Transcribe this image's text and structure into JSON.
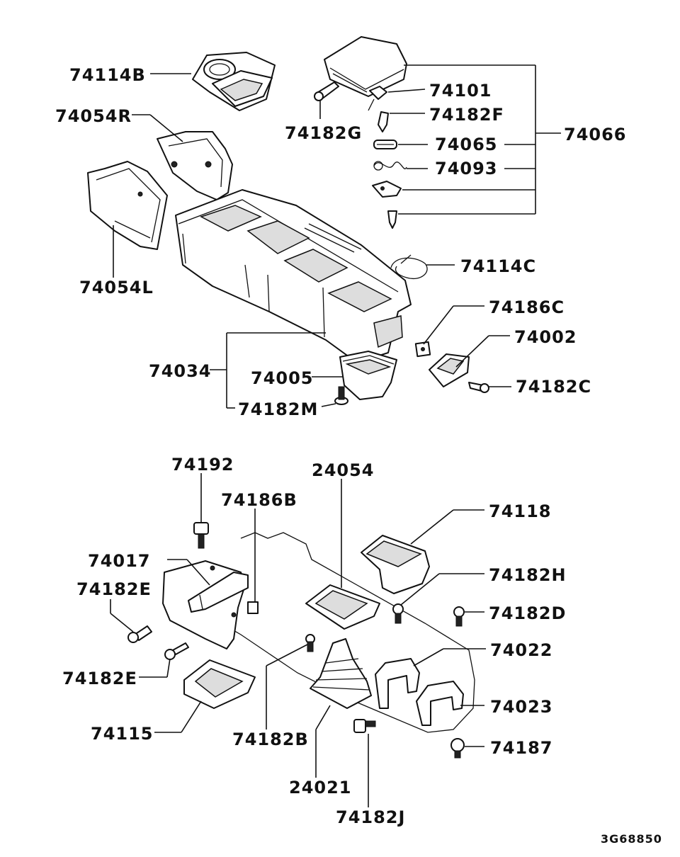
{
  "diagram_code": "3G68850",
  "labels": {
    "l74114B": "74114B",
    "l74054R": "74054R",
    "l74054L": "74054L",
    "l74101": "74101",
    "l74182F": "74182F",
    "l74182G": "74182G",
    "l74065": "74065",
    "l74093": "74093",
    "l74066": "74066",
    "l74114C": "74114C",
    "l74186C": "74186C",
    "l74002": "74002",
    "l74182C": "74182C",
    "l74034": "74034",
    "l74005": "74005",
    "l74182M": "74182M",
    "l74192": "74192",
    "l24054": "24054",
    "l74186B": "74186B",
    "l74118": "74118",
    "l74017": "74017",
    "l74182H": "74182H",
    "l74182E_a": "74182E",
    "l74182D": "74182D",
    "l74022": "74022",
    "l74182E_b": "74182E",
    "l74023": "74023",
    "l74115": "74115",
    "l74182B": "74182B",
    "l74187": "74187",
    "l24021": "24021",
    "l74182J": "74182J"
  }
}
